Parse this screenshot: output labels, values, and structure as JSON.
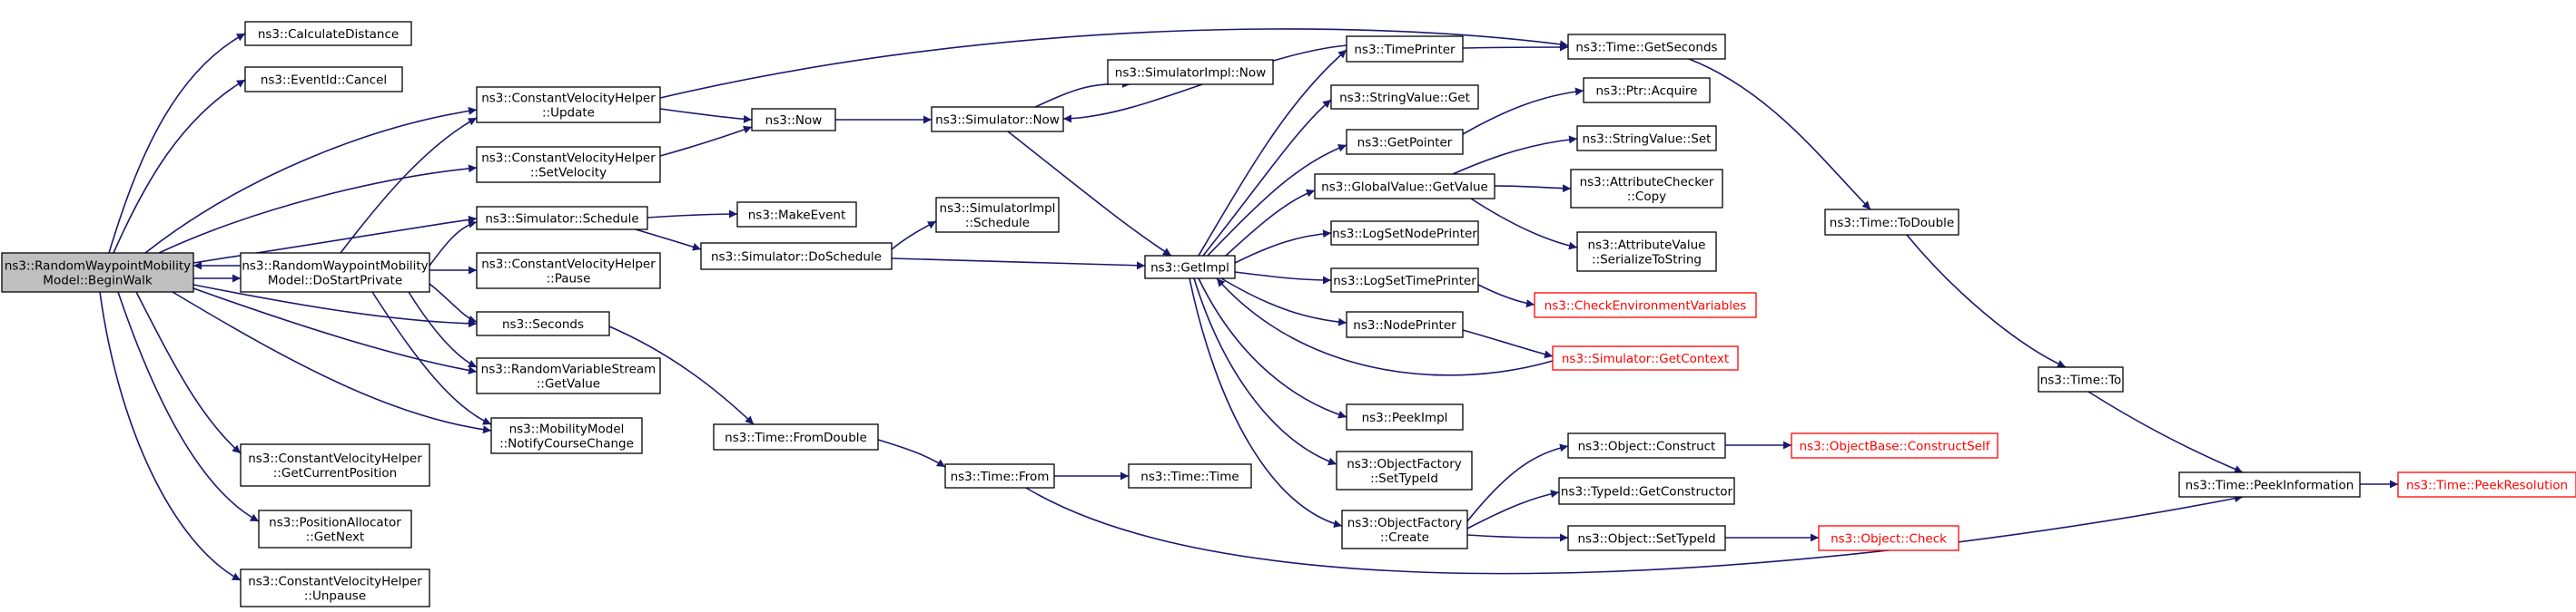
{
  "graph": {
    "nodes": [
      {
        "id": "root",
        "lines": [
          "ns3::RandomWaypointMobility",
          "Model::BeginWalk"
        ],
        "style": "root"
      },
      {
        "id": "calcdist",
        "lines": [
          "ns3::CalculateDistance"
        ]
      },
      {
        "id": "cancel",
        "lines": [
          "ns3::EventId::Cancel"
        ]
      },
      {
        "id": "cvh_update",
        "lines": [
          "ns3::ConstantVelocityHelper",
          "::Update"
        ]
      },
      {
        "id": "cvh_setvel",
        "lines": [
          "ns3::ConstantVelocityHelper",
          "::SetVelocity"
        ]
      },
      {
        "id": "schedule",
        "lines": [
          "ns3::Simulator::Schedule"
        ]
      },
      {
        "id": "dostart",
        "lines": [
          "ns3::RandomWaypointMobility",
          "Model::DoStartPrivate"
        ]
      },
      {
        "id": "cvh_pause",
        "lines": [
          "ns3::ConstantVelocityHelper",
          "::Pause"
        ]
      },
      {
        "id": "seconds",
        "lines": [
          "ns3::Seconds"
        ]
      },
      {
        "id": "rvs_getvalue",
        "lines": [
          "ns3::RandomVariableStream",
          "::GetValue"
        ]
      },
      {
        "id": "notify",
        "lines": [
          "ns3::MobilityModel",
          "::NotifyCourseChange"
        ]
      },
      {
        "id": "cvh_getpos",
        "lines": [
          "ns3::ConstantVelocityHelper",
          "::GetCurrentPosition"
        ]
      },
      {
        "id": "getnext",
        "lines": [
          "ns3::PositionAllocator",
          "::GetNext"
        ]
      },
      {
        "id": "cvh_unpause",
        "lines": [
          "ns3::ConstantVelocityHelper",
          "::Unpause"
        ]
      },
      {
        "id": "now",
        "lines": [
          "ns3::Now"
        ]
      },
      {
        "id": "makeevent",
        "lines": [
          "ns3::MakeEvent"
        ]
      },
      {
        "id": "doschedule",
        "lines": [
          "ns3::Simulator::DoSchedule"
        ]
      },
      {
        "id": "fromdouble",
        "lines": [
          "ns3::Time::FromDouble"
        ]
      },
      {
        "id": "sim_now",
        "lines": [
          "ns3::Simulator::Now"
        ]
      },
      {
        "id": "simimpl_now",
        "lines": [
          "ns3::SimulatorImpl::Now"
        ]
      },
      {
        "id": "simimpl_sched",
        "lines": [
          "ns3::SimulatorImpl",
          "::Schedule"
        ]
      },
      {
        "id": "time_from",
        "lines": [
          "ns3::Time::From"
        ]
      },
      {
        "id": "time_time",
        "lines": [
          "ns3::Time::Time"
        ]
      },
      {
        "id": "getimpl",
        "lines": [
          "ns3::GetImpl"
        ]
      },
      {
        "id": "timeprinter",
        "lines": [
          "ns3::TimePrinter"
        ]
      },
      {
        "id": "sv_get",
        "lines": [
          "ns3::StringValue::Get"
        ]
      },
      {
        "id": "getpointer",
        "lines": [
          "ns3::GetPointer"
        ]
      },
      {
        "id": "gv_getvalue",
        "lines": [
          "ns3::GlobalValue::GetValue"
        ]
      },
      {
        "id": "lognode",
        "lines": [
          "ns3::LogSetNodePrinter"
        ]
      },
      {
        "id": "logtime",
        "lines": [
          "ns3::LogSetTimePrinter"
        ]
      },
      {
        "id": "nodeprinter",
        "lines": [
          "ns3::NodePrinter"
        ]
      },
      {
        "id": "peekimpl",
        "lines": [
          "ns3::PeekImpl"
        ]
      },
      {
        "id": "of_settypeid",
        "lines": [
          "ns3::ObjectFactory",
          "::SetTypeId"
        ]
      },
      {
        "id": "of_create",
        "lines": [
          "ns3::ObjectFactory",
          "::Create"
        ]
      },
      {
        "id": "time_getseconds",
        "lines": [
          "ns3::Time::GetSeconds"
        ]
      },
      {
        "id": "ptr_acquire",
        "lines": [
          "ns3::Ptr::Acquire"
        ]
      },
      {
        "id": "sv_set",
        "lines": [
          "ns3::StringValue::Set"
        ]
      },
      {
        "id": "ac_copy",
        "lines": [
          "ns3::AttributeChecker",
          "::Copy"
        ]
      },
      {
        "id": "av_serialize",
        "lines": [
          "ns3::AttributeValue",
          "::SerializeToString"
        ]
      },
      {
        "id": "checkenv",
        "lines": [
          "ns3::CheckEnvironmentVariables"
        ],
        "style": "red"
      },
      {
        "id": "getcontext",
        "lines": [
          "ns3::Simulator::GetContext"
        ],
        "style": "red"
      },
      {
        "id": "obj_construct",
        "lines": [
          "ns3::Object::Construct"
        ]
      },
      {
        "id": "typeid_getctor",
        "lines": [
          "ns3::TypeId::GetConstructor"
        ]
      },
      {
        "id": "obj_settypeid",
        "lines": [
          "ns3::Object::SetTypeId"
        ]
      },
      {
        "id": "objbase_construct",
        "lines": [
          "ns3::ObjectBase::ConstructSelf"
        ],
        "style": "red"
      },
      {
        "id": "obj_check",
        "lines": [
          "ns3::Object::Check"
        ],
        "style": "red"
      },
      {
        "id": "time_todouble",
        "lines": [
          "ns3::Time::ToDouble"
        ]
      },
      {
        "id": "time_to",
        "lines": [
          "ns3::Time::To"
        ]
      },
      {
        "id": "time_peekinfo",
        "lines": [
          "ns3::Time::PeekInformation"
        ]
      },
      {
        "id": "time_peekres",
        "lines": [
          "ns3::Time::PeekResolution"
        ],
        "style": "red"
      }
    ]
  }
}
